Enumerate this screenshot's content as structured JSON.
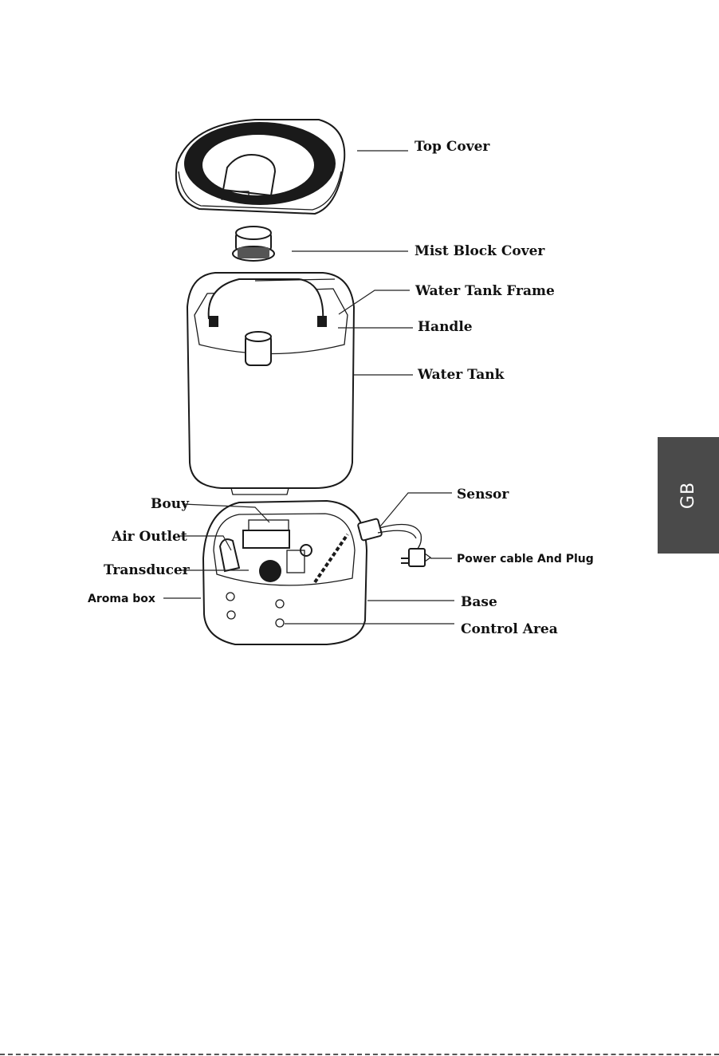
{
  "labels": {
    "top_cover": "Top Cover",
    "mist_block_cover": "Mist Block Cover",
    "water_tank_frame": "Water Tank Frame",
    "handle": "Handle",
    "water_tank": "Water Tank",
    "sensor": "Sensor",
    "bouy": "Bouy",
    "air_outlet": "Air Outlet",
    "power_cable_and_plug": "Power cable And Plug",
    "transducer": "Transducer",
    "aroma_box": "Aroma box",
    "base": "Base",
    "control_area": "Control Area"
  },
  "side_tab": {
    "text": "GB",
    "color": "#4a4a4a"
  }
}
